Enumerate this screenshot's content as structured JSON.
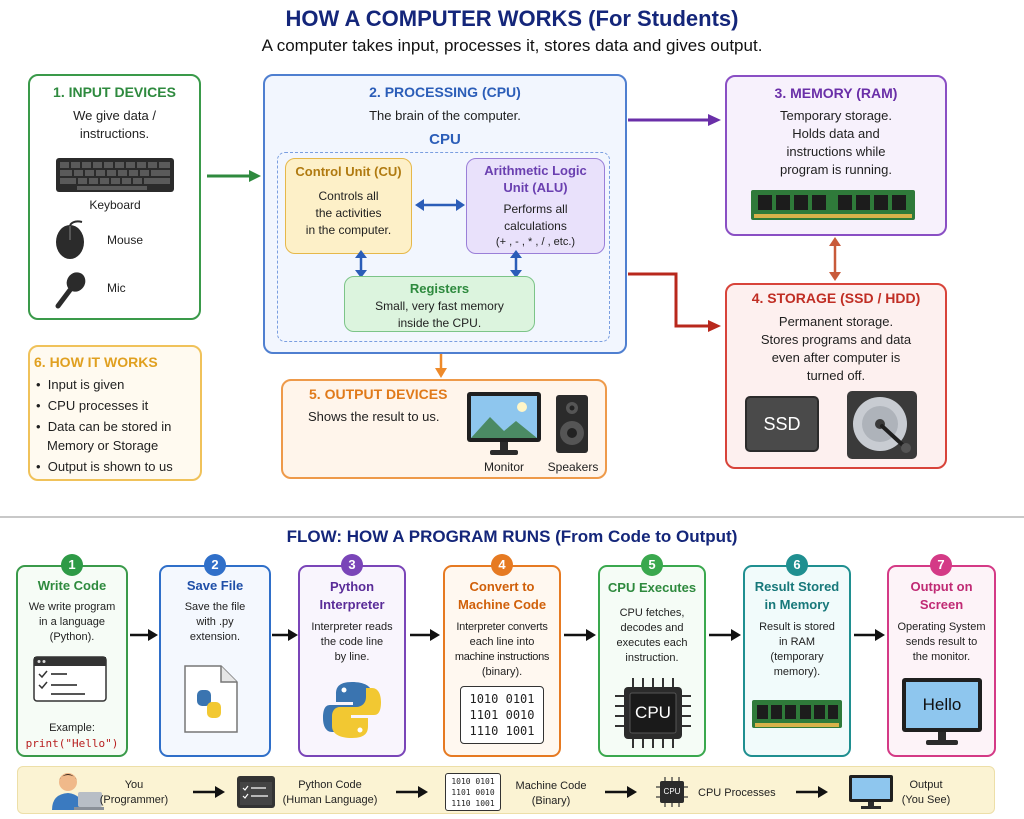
{
  "title": "HOW A COMPUTER WORKS (For Students)",
  "subtitle": "A computer takes input, processes it, stores data and gives output.",
  "input": {
    "heading": "1. INPUT DEVICES",
    "desc_line1": "We give data /",
    "desc_line2": "instructions.",
    "keyboard": "Keyboard",
    "mouse": "Mouse",
    "mic": "Mic"
  },
  "processing": {
    "heading": "2. PROCESSING (CPU)",
    "desc": "The brain of the computer.",
    "cpu_label": "CPU",
    "cu": {
      "title": "Control Unit (CU)",
      "line1": "Controls all",
      "line2": "the activities",
      "line3": "in the computer."
    },
    "alu": {
      "title1": "Arithmetic Logic",
      "title2": "Unit (ALU)",
      "line1": "Performs all",
      "line2": "calculations",
      "line3": "(+ , - , * , / , etc.)"
    },
    "registers": {
      "title": "Registers",
      "line1": "Small, very fast memory",
      "line2": "inside the CPU."
    }
  },
  "memory": {
    "heading": "3. MEMORY (RAM)",
    "line1": "Temporary storage.",
    "line2": "Holds data and",
    "line3": "instructions while",
    "line4": "program is running."
  },
  "storage": {
    "heading": "4. STORAGE (SSD / HDD)",
    "line1": "Permanent storage.",
    "line2": "Stores programs and data",
    "line3": "even after computer is",
    "line4": "turned off.",
    "ssd_label": "SSD"
  },
  "output": {
    "heading": "5. OUTPUT DEVICES",
    "desc": "Shows the result to us.",
    "monitor": "Monitor",
    "speakers": "Speakers"
  },
  "how": {
    "heading": "6. HOW IT WORKS",
    "b1": "Input is given",
    "b2": "CPU processes it",
    "b3a": "Data can be stored in",
    "b3b": "Memory or Storage",
    "b4": "Output is shown to us"
  },
  "flow_title": "FLOW:  HOW A PROGRAM RUNS (From Code to Output)",
  "steps": [
    {
      "num": "1",
      "title1": "Write Code",
      "title2": "",
      "l1": "We write program",
      "l2": "in a language",
      "l3": "(Python).",
      "l4": "",
      "extra1": "Example:",
      "extra2": "print(\"Hello\")"
    },
    {
      "num": "2",
      "title1": "Save File",
      "title2": "",
      "l1": "Save the file",
      "l2": "with .py",
      "l3": "extension.",
      "l4": ""
    },
    {
      "num": "3",
      "title1": "Python",
      "title2": "Interpreter",
      "l1": "Interpreter reads",
      "l2": "the code line",
      "l3": "by line.",
      "l4": ""
    },
    {
      "num": "4",
      "title1": "Convert to",
      "title2": "Machine Code",
      "l1": "Interpreter converts",
      "l2": "each line into",
      "l3": "machine instructions",
      "l4": "(binary).",
      "bin1": "1010 0101",
      "bin2": "1101 0010",
      "bin3": "1110 1001"
    },
    {
      "num": "5",
      "title1": "CPU Executes",
      "title2": "",
      "l1": "CPU fetches,",
      "l2": "decodes and",
      "l3": "executes each",
      "l4": "instruction.",
      "chip": "CPU"
    },
    {
      "num": "6",
      "title1": "Result Stored",
      "title2": "in Memory",
      "l1": "Result is stored",
      "l2": "in RAM",
      "l3": "(temporary",
      "l4": "memory)."
    },
    {
      "num": "7",
      "title1": "Output on",
      "title2": "Screen",
      "l1": "Operating System",
      "l2": "sends result to",
      "l3": "the monitor.",
      "l4": "",
      "screen": "Hello"
    }
  ],
  "legend": {
    "you1": "You",
    "you2": "(Programmer)",
    "py1": "Python Code",
    "py2": "(Human Language)",
    "bin1": "1010 0101",
    "bin2": "1101 0010",
    "bin3": "1110 1001",
    "mc1": "Machine Code",
    "mc2": "(Binary)",
    "chip": "CPU",
    "cpu": "CPU Processes",
    "out1": "Output",
    "out2": "(You See)"
  },
  "colors": {
    "title": "#14267a",
    "input": "#3a9a4a",
    "cpu": "#4f7fd0",
    "memory": "#8a4fc4",
    "storage": "#d8443a",
    "output": "#ee9a4a",
    "how": "#f0c25a",
    "step_green": "#2e9a46",
    "step_blue": "#2f6fc9",
    "step_purple": "#7a45b8",
    "step_orange": "#e67a22",
    "step_green2": "#3aa84e",
    "step_teal": "#1f8f90",
    "step_pink": "#d43a86"
  },
  "icons": [
    "keyboard-icon",
    "mouse-icon",
    "mic-icon",
    "ram-icon",
    "ssd-icon",
    "hdd-icon",
    "monitor-icon",
    "speaker-icon",
    "code-window-icon",
    "python-file-icon",
    "python-logo-icon",
    "binary-icon",
    "cpu-chip-icon",
    "programmer-icon"
  ]
}
